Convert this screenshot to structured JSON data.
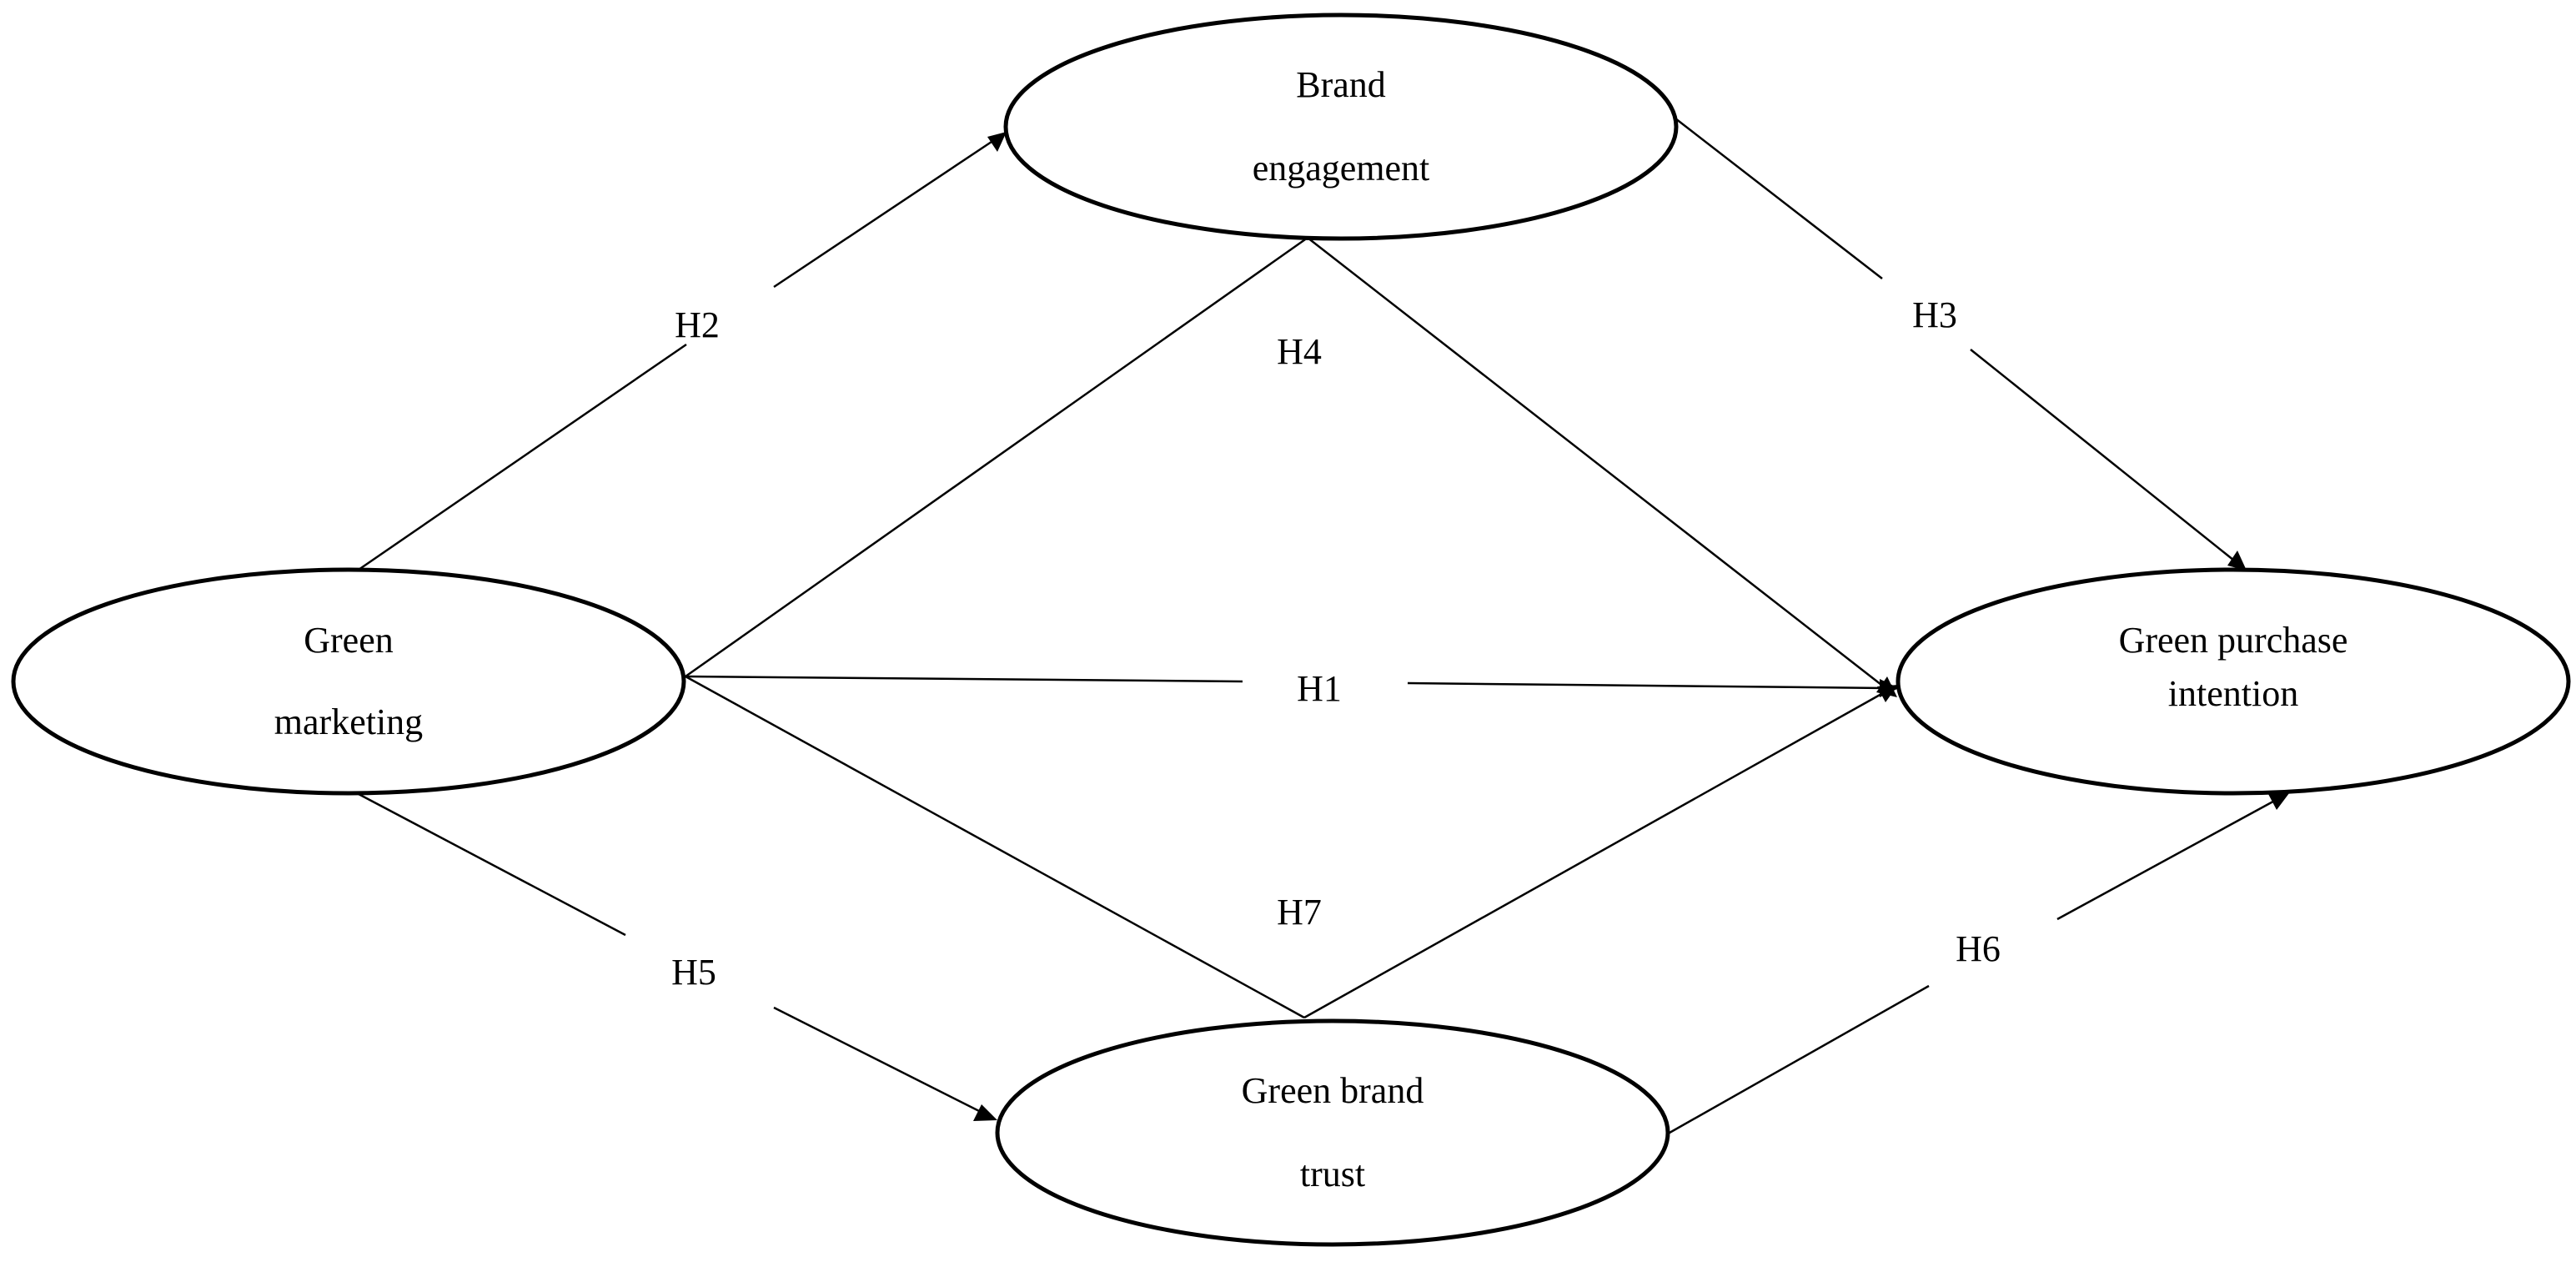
{
  "nodes": {
    "brand_engagement": {
      "line1": "Brand",
      "line2": "engagement"
    },
    "green_marketing": {
      "line1": "Green",
      "line2": "marketing"
    },
    "green_purchase_intention": {
      "line1": "Green purchase",
      "line2": "intention"
    },
    "green_brand_trust": {
      "line1": "Green brand",
      "line2": "trust"
    }
  },
  "hypotheses": {
    "h1": "H1",
    "h2": "H2",
    "h3": "H3",
    "h4": "H4",
    "h5": "H5",
    "h6": "H6",
    "h7": "H7"
  },
  "colors": {
    "stroke": "#000000",
    "background": "#ffffff"
  }
}
